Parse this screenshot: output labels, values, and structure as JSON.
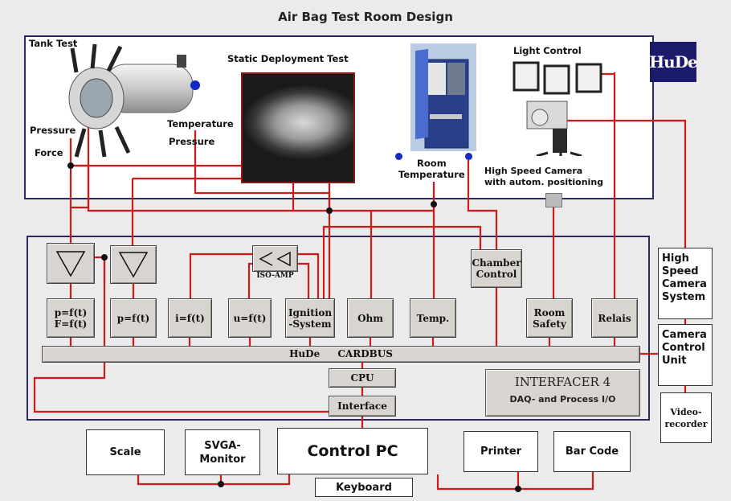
{
  "title": "Air Bag Test Room Design",
  "logo": "HuDe",
  "top_labels": {
    "tank_test": "Tank Test",
    "static_deployment": "Static Deployment Test",
    "light_control": "Light Control",
    "pressure_left": "Pressure",
    "force": "Force",
    "temperature": "Temperature",
    "pressure_right": "Pressure",
    "room_temperature": "Room\nTemperature",
    "high_speed_camera": "High Speed Camera\nwith autom. positioning"
  },
  "modules": {
    "pf": "p=f(t)\nF=f(t)",
    "p": "p=f(t)",
    "i": "i=f(t)",
    "u": "u=f(t)",
    "ignition": "Ignition\n-System",
    "ohm": "Ohm",
    "temp": "Temp.",
    "chamber": "Chamber\nControl",
    "room_safety": "Room\nSafety",
    "relais": "Relais",
    "iso_amp": "ISO-AMP"
  },
  "bus": {
    "cardbus": "HuDe CARDBUS",
    "cpu": "CPU",
    "interface": "Interface",
    "interfacer_title": "INTERFACER 4",
    "interfacer_sub": "DAQ- and Process I/O"
  },
  "side_boxes": {
    "hs_camera_system": "High\nSpeed\nCamera\nSystem",
    "camera_control": "Camera\nControl\nUnit",
    "video_recorder": "Video-\nrecorder"
  },
  "bottom": {
    "scale": "Scale",
    "svga": "SVGA-\nMonitor",
    "control_pc": "Control PC",
    "printer": "Printer",
    "bar_code": "Bar Code",
    "keyboard": "Keyboard"
  },
  "colors": {
    "wire": "#d01a1a",
    "border": "#2a2a60",
    "logo_bg": "#1b1a6b",
    "sensor_dot": "#1428c8"
  }
}
